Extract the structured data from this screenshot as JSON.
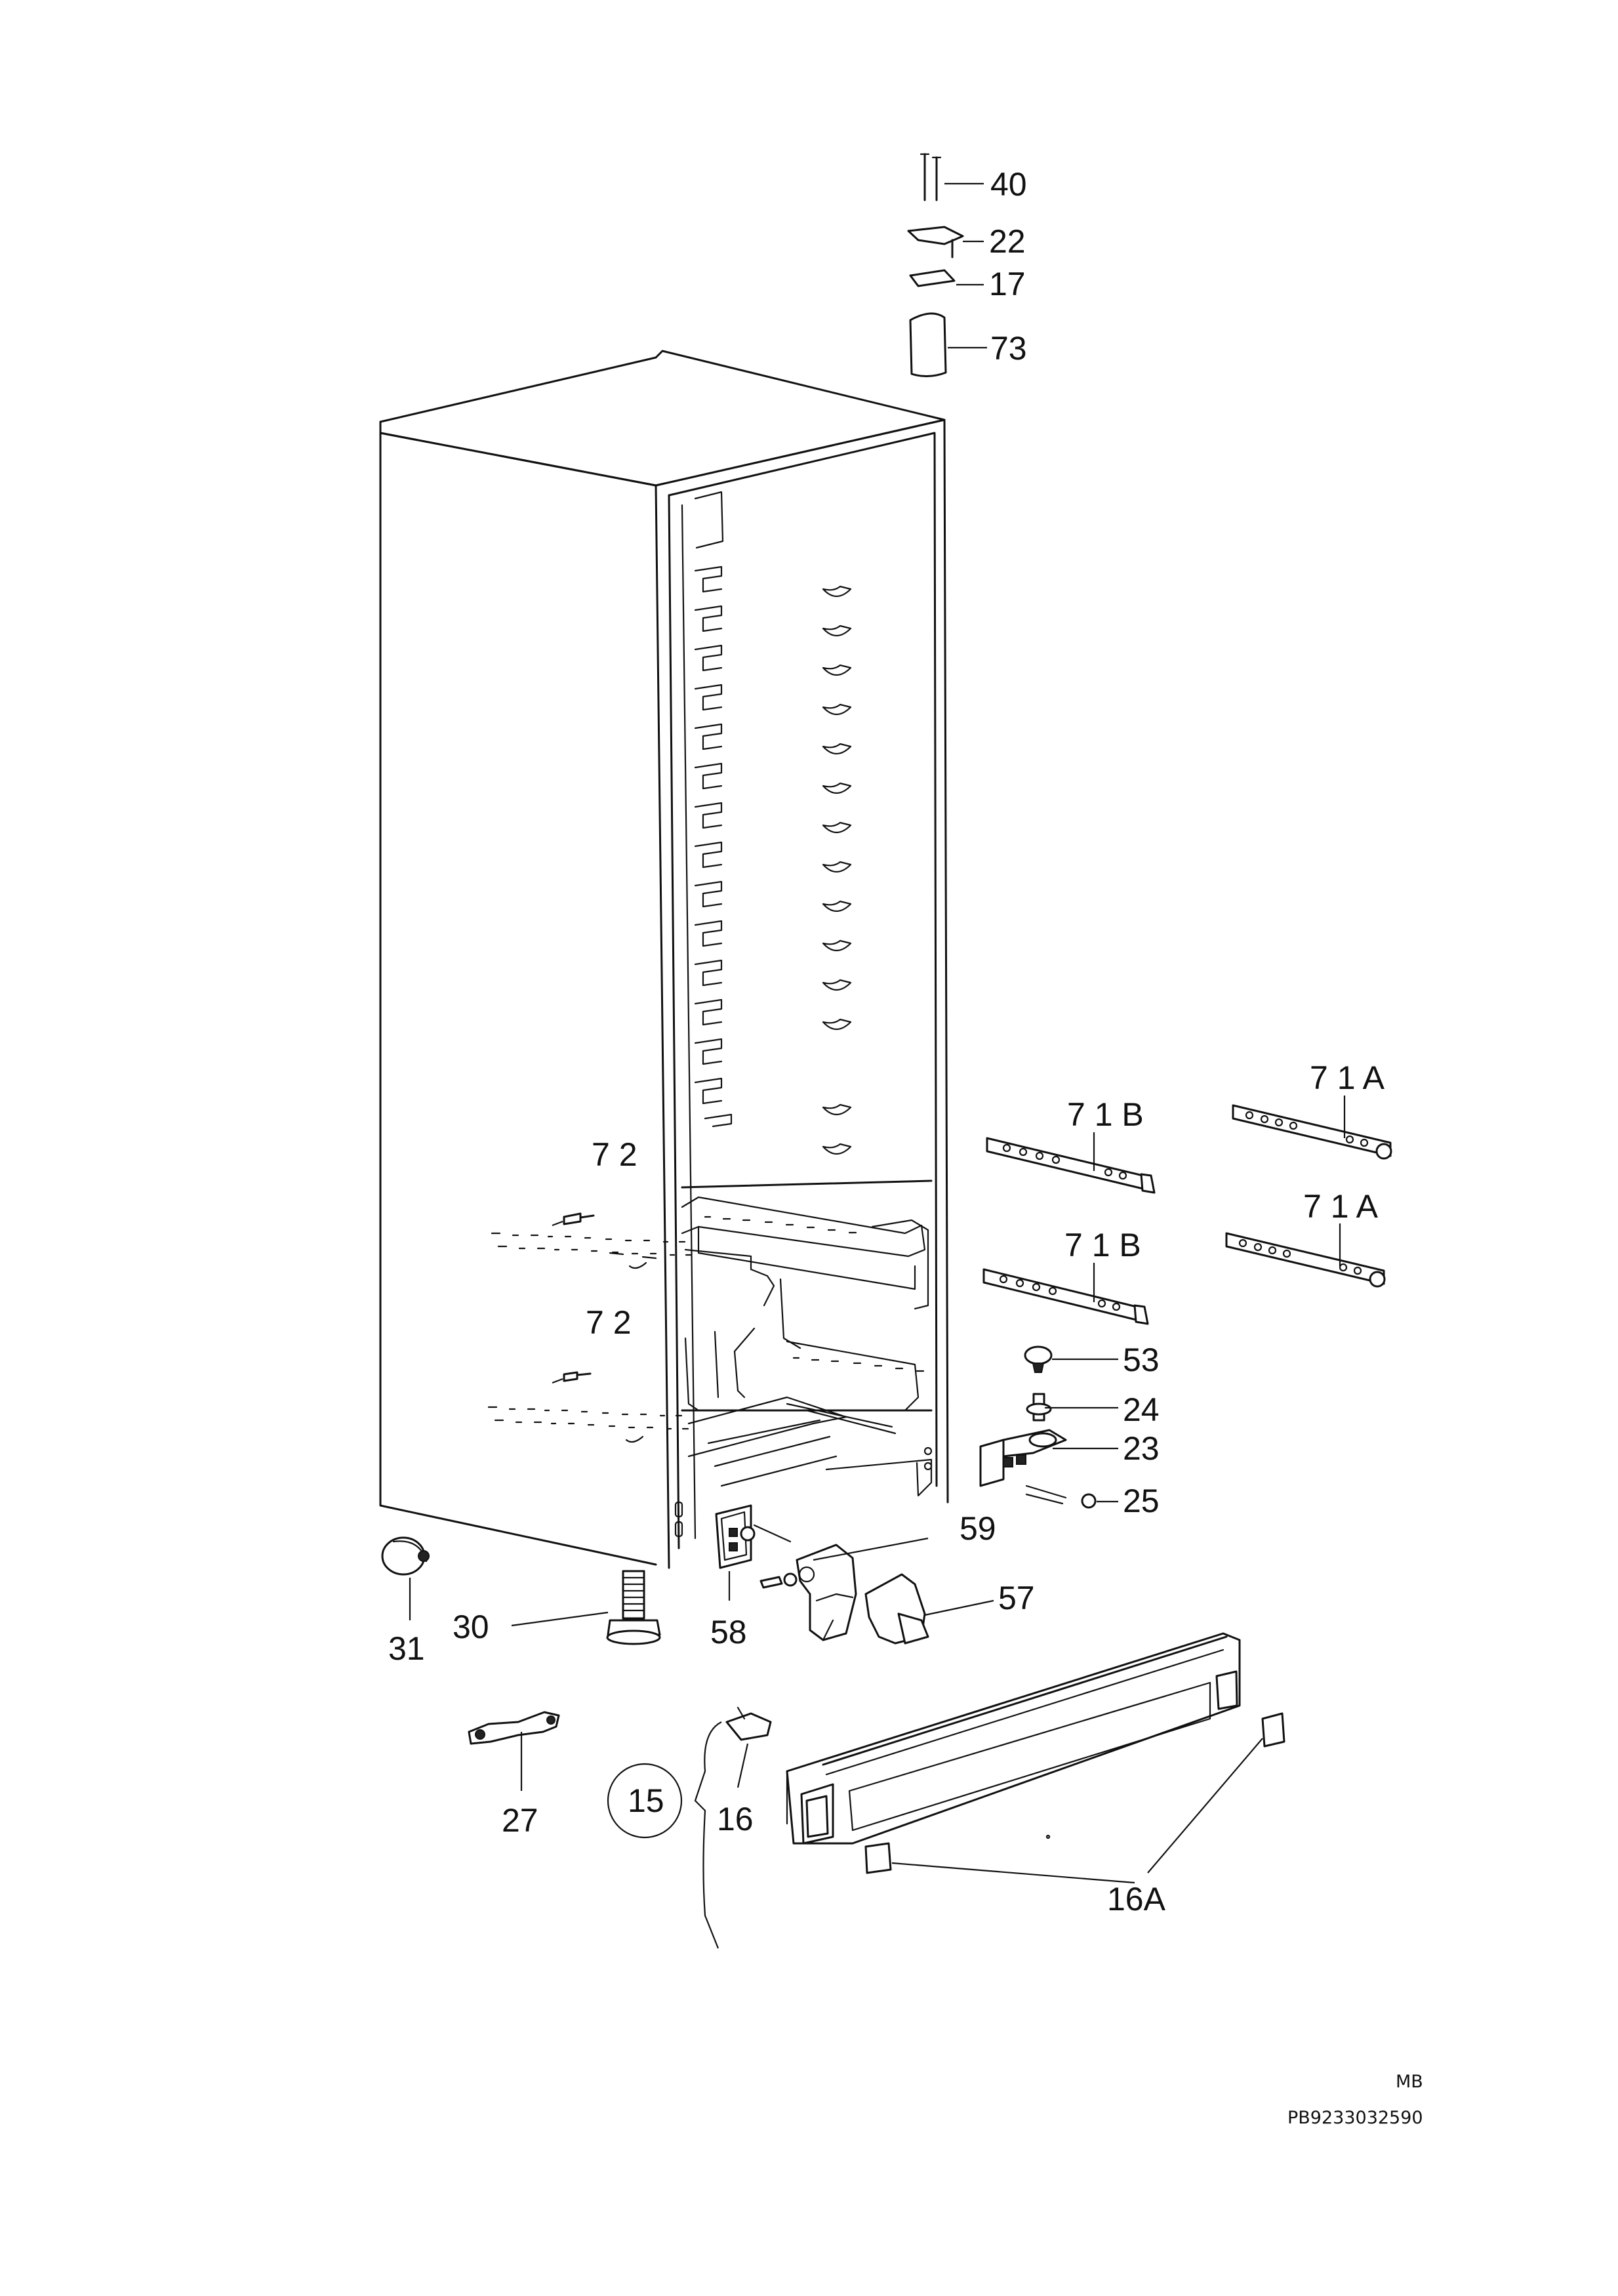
{
  "diagram": {
    "callouts": {
      "p40": "40",
      "p22": "22",
      "p17": "17",
      "p73": "73",
      "p71a_top": "7 1 A",
      "p71b_top": "7 1 B",
      "p71a_bottom": "7 1 A",
      "p71b_bottom": "7 1 B",
      "p72_top": "7 2",
      "p72_bottom": "7 2",
      "p53": "53",
      "p24": "24",
      "p23": "23",
      "p25": "25",
      "p59": "59",
      "p57": "57",
      "p31": "31",
      "p30": "30",
      "p58": "58",
      "p27": "27",
      "p15": "15",
      "p16": "16",
      "p16a": "16A"
    },
    "footer": {
      "code": "MB",
      "reference": "PB9233032590"
    }
  }
}
